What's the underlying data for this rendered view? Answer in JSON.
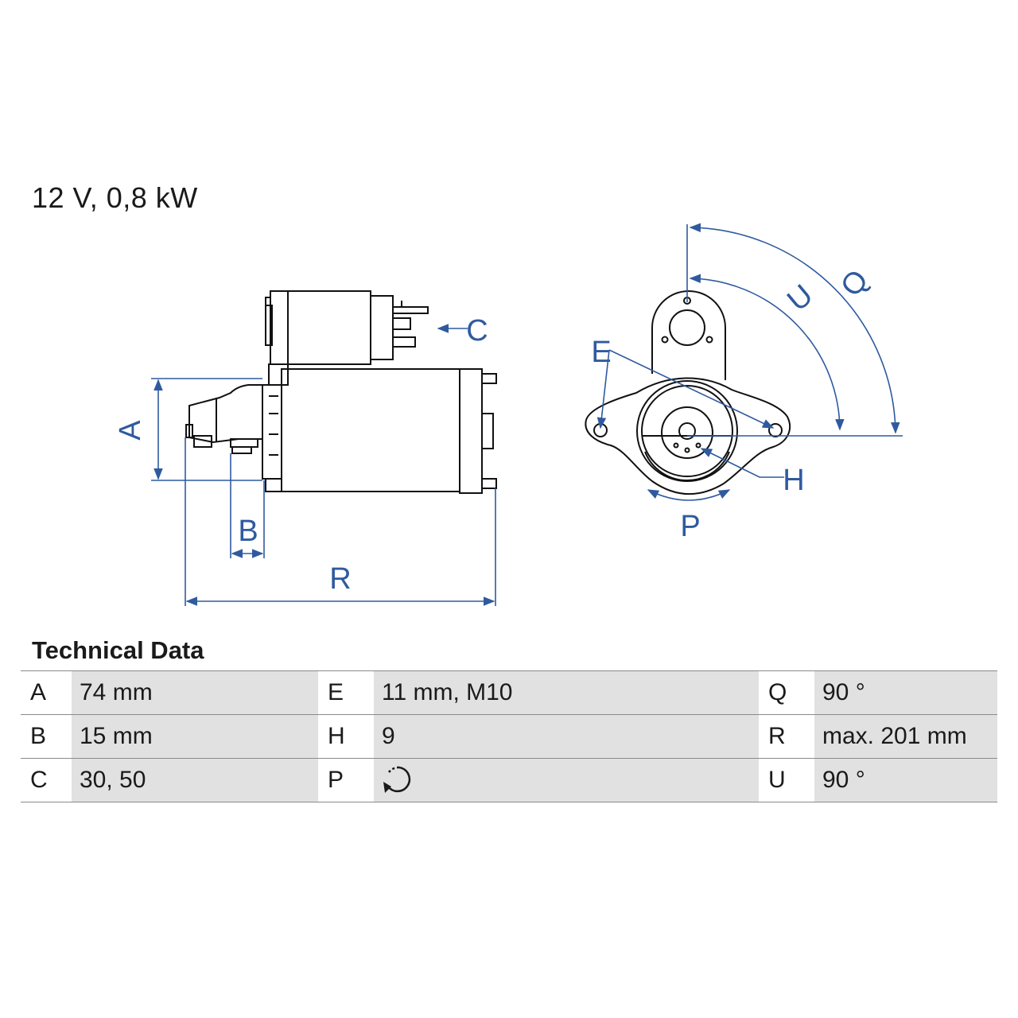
{
  "heading": "12 V, 0,8 kW",
  "diagram": {
    "labels": [
      "A",
      "B",
      "C",
      "E",
      "H",
      "P",
      "Q",
      "R",
      "U"
    ],
    "line_color": "#111111",
    "dimension_color": "#2f5a9e"
  },
  "technical_data": {
    "title": "Technical Data",
    "rows": [
      [
        {
          "key": "A",
          "value": "74 mm"
        },
        {
          "key": "E",
          "value": "11 mm, M10"
        },
        {
          "key": "Q",
          "value": "90 °"
        }
      ],
      [
        {
          "key": "B",
          "value": "15 mm"
        },
        {
          "key": "H",
          "value": "9"
        },
        {
          "key": "R",
          "value": "max. 201 mm"
        }
      ],
      [
        {
          "key": "C",
          "value": "30, 50"
        },
        {
          "key": "P",
          "value": "",
          "icon": "rotation-counterclockwise-icon"
        },
        {
          "key": "U",
          "value": "90 °"
        }
      ]
    ]
  }
}
